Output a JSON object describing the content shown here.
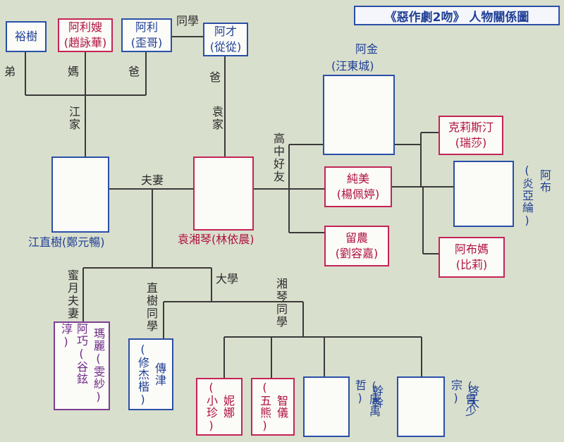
{
  "title": "《惡作劇2吻》 人物關係圖",
  "people": {
    "yushu": "裕樹",
    "ali_sao": "阿利嫂",
    "ali_sao_actor": "(趙詠華)",
    "ali": "阿利",
    "ali_actor": "(歪哥)",
    "acai": "阿才",
    "acai_actor": "(從從)",
    "ajin": "阿金",
    "ajin_actor": "(汪東城)",
    "kelisiding": "克莉斯汀",
    "kelisiding_actor": "(瑞莎)",
    "chunmei": "純美",
    "chunmei_actor": "(楊佩婷)",
    "liunong": "留農",
    "liunong_actor": "(劉容嘉)",
    "abu": "阿布",
    "abu_actor": "(炎亞綸)",
    "abu_ma": "阿布媽",
    "abu_ma_actor": "(比莉)",
    "jiang": "江直樹",
    "jiang_actor": "(鄭元暢)",
    "yuan": "袁湘琴",
    "yuan_actor": "(林依晨)",
    "mali": "瑪麗",
    "mali_actor": "(雯紗)",
    "aqiao": "阿巧",
    "aqiao_actor": "(谷鉉淳)",
    "chuanjin": "傳津",
    "chuanjin_actor": "(修杰楷)",
    "nina": "妮娜",
    "nina_actor": "(小珍)",
    "zhiyi": "智儀",
    "zhiyi_actor": "(五熊)",
    "ganggan": "幹幹",
    "ganggan_actor": "(唐禹哲)",
    "qitai": "啓太",
    "qitai_actor": "(曾少宗)"
  },
  "relations": {
    "didi": "弟",
    "ma": "媽",
    "ba1": "爸",
    "tongxue": "同學",
    "ba2": "爸",
    "jiangjia": "江家",
    "yuanjia": "袁家",
    "gaozhong": "高中好友",
    "fuqi": "夫妻",
    "liuyue": "蜜月夫妻",
    "zhishu_tongxue": "直樹同學",
    "daxue": "大學",
    "xiangqin_tongxue": "湘琴同學"
  }
}
